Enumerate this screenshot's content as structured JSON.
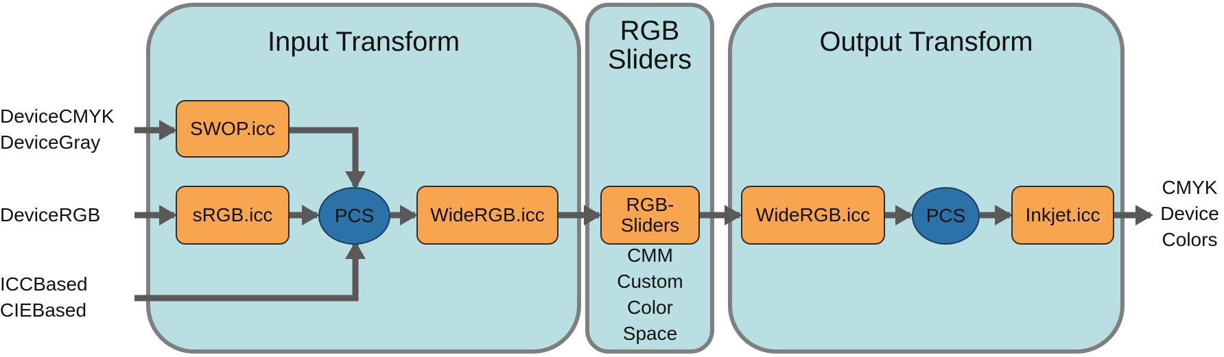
{
  "colors": {
    "panel_fill": "#b9dfe3",
    "panel_border": "#7f7f7f",
    "profile_fill": "#f7a54e",
    "pcs_fill": "#2b72a8",
    "connector": "#595959"
  },
  "panels": {
    "input_title": "Input Transform",
    "sliders_title": "RGB\nSliders",
    "output_title": "Output Transform"
  },
  "inputs": {
    "cmyk_gray": "DeviceCMYK\nDeviceGray",
    "rgb": "DeviceRGB",
    "icc_cie": "ICCBased\nCIEBased"
  },
  "nodes": {
    "swop": "SWOP.icc",
    "srgb": "sRGB.icc",
    "pcs_in": "PCS",
    "widergb_in": "WideRGB.icc",
    "rgb_sliders": "RGB-\nSliders",
    "widergb_out": "WideRGB.icc",
    "pcs_out": "PCS",
    "inkjet": "Inkjet.icc"
  },
  "annotations": {
    "cmm_note": "CMM\nCustom\nColor\nSpace"
  },
  "output": {
    "label": "CMYK\nDevice\nColors"
  }
}
